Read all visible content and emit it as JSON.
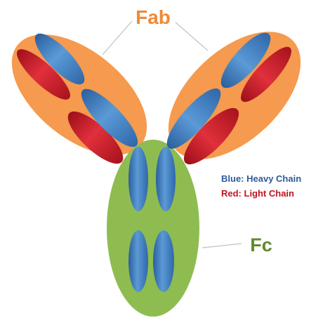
{
  "labels": {
    "fab": "Fab",
    "fc": "Fc",
    "legend_heavy": "Blue: Heavy Chain",
    "legend_light": "Red: Light Chain"
  },
  "colors": {
    "fab_region": "#f59a4e",
    "fc_region": "#8ebc50",
    "heavy_chain": "#3d78bb",
    "light_chain": "#c81e2b",
    "fab_label": "#f08a36",
    "fc_label": "#5e8b2d",
    "legend_heavy": "#2e5a9c",
    "legend_light": "#c0141f",
    "leader_line": "#b8c4cc"
  }
}
